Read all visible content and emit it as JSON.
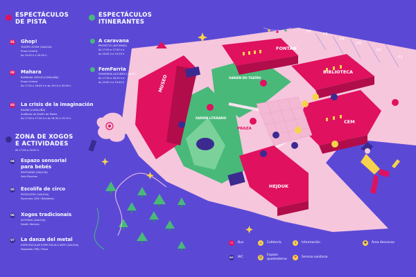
{
  "sections": {
    "pista": {
      "title_line1": "ESPECTÁCULOS",
      "title_line2": "DE PISTA",
      "color": "#e0115f",
      "items": [
        {
          "num": "01",
          "title": "Ghop!",
          "l1": "TEATRO ZOOM (GALICIA)",
          "l2": "Praza Central",
          "l3": "Ás 19:00 h e 20:00 h"
        },
        {
          "num": "02",
          "title": "Mahara",
          "l1": "BURBUKA CIRCUS (CATALUÑA)",
          "l2": "Praza Central",
          "l3": "Ás 17:00 e 18:45 h e ás 19:15 e 20:00 h"
        },
        {
          "num": "03",
          "title": "La crisis de la imaginación",
          "l1": "RAUNA (CATALUÑA)",
          "l2": "Auditorio do Xardín do Teatro",
          "l3": "Ás 17:00 e 17:30 h e ás 18:30 e 19:15 h"
        }
      ]
    },
    "itinerantes": {
      "title_line1": "ESPECTÁCULOS",
      "title_line2": "ITINERANTES",
      "color": "#49b97a",
      "items": [
        {
          "title": "A caravana",
          "l1": "PROYECTO (ASTURIAS)",
          "l2": "Ás 17:00 e 17:50 h e",
          "l3": "ás 18:40 h e 19:20 h"
        },
        {
          "title": "FemFarria",
          "l1": "FEMFARRIA ASTURIES COMBO",
          "l2": "Ás 17:30 e 18:15 h e",
          "l3": "ás 19:00 h e 19:45 h"
        }
      ]
    },
    "zona": {
      "title_line1": "ZONA DE XOGOS",
      "title_line2": "E ACTIVIDADES",
      "sub": "Ás 17:00 a 20:00 h",
      "color": "#3b2b90",
      "items": [
        {
          "num": "04",
          "title": "Espazo sensorial",
          "title2": "para bebés",
          "l1": "RISOTADAS (GALICIA)",
          "l2": "Sala Eterman"
        },
        {
          "num": "05",
          "title": "Escolífa de circo",
          "l1": "PISTACATRO (GALICIA)",
          "l2": "Escenario CEM / Biblioteca"
        },
        {
          "num": "06",
          "title": "Xogos tradicionais",
          "l1": "SOTORAS (GALICIA)",
          "l2": "Xardín literario"
        },
        {
          "num": "07",
          "title": "La danza del metal",
          "l1": "ESPECTACULAR ESPECTACULO ARTE (GALICIA)",
          "l2": "Soportais CPAJ / Praza"
        }
      ]
    }
  },
  "map_labels": {
    "museo": "MUSEO",
    "fontan": "FONTÁN",
    "biblioteca": "BIBLIOTECA",
    "cem": "CEM",
    "hejduk": "HEJDUK",
    "praza": "PRAZA",
    "xardin_teatro": "XARDÍN DO TEATRO",
    "xardin_literario": "XARDÍN LITERARIO",
    "parking": [
      "P6",
      "P5",
      "P4",
      "P3",
      "P2",
      "P1"
    ],
    "accent_red": "#e0115f",
    "ground": "#f6c6dd"
  },
  "legend": [
    {
      "icon": "bus-icon",
      "label": "Bus"
    },
    {
      "icon": "cafe-icon",
      "label": "Cafetería"
    },
    {
      "icon": "info-icon",
      "label": "Información"
    },
    {
      "icon": "rest-area-icon",
      "label": "Área descanso"
    },
    {
      "icon": "wc-icon",
      "label": "WC"
    },
    {
      "icon": "baby-space-icon",
      "label": "Espazo",
      "label2": "qualmaterno"
    },
    {
      "icon": "medical-icon",
      "label": "Servizo sanitario"
    }
  ]
}
